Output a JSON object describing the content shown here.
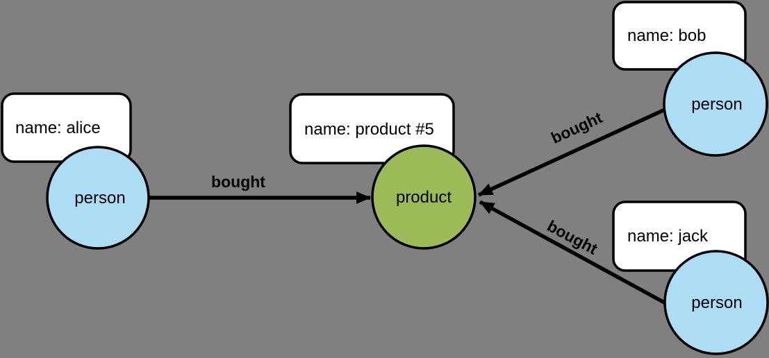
{
  "diagram": {
    "type": "property-graph",
    "background_color": "#808080",
    "colors": {
      "person_fill": "#ADDCF5",
      "product_fill": "#9BBB59",
      "outline": "#000000",
      "property_box_fill": "#FFFFFF",
      "edge_color": "#000000"
    },
    "nodes": [
      {
        "id": "alice",
        "label": "person",
        "property": "name: alice"
      },
      {
        "id": "product5",
        "label": "product",
        "property": "name: product #5"
      },
      {
        "id": "bob",
        "label": "person",
        "property": "name: bob"
      },
      {
        "id": "jack",
        "label": "person",
        "property": "name: jack"
      }
    ],
    "edges": [
      {
        "from": "alice",
        "to": "product5",
        "label": "bought"
      },
      {
        "from": "bob",
        "to": "product5",
        "label": "bought"
      },
      {
        "from": "jack",
        "to": "product5",
        "label": "bought"
      }
    ]
  }
}
